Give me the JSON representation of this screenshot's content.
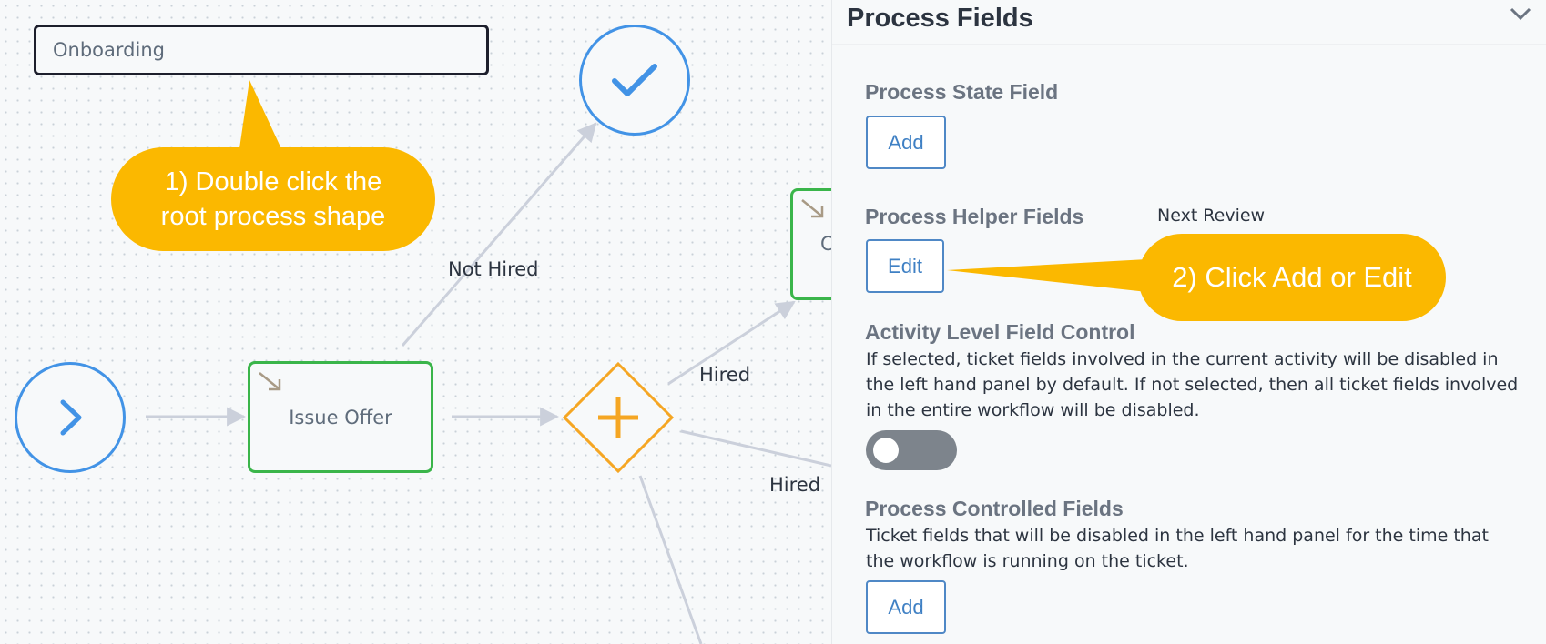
{
  "canvas": {
    "root_process_label": "Onboarding",
    "activity_label": "Issue Offer",
    "partial_activity_label": "C",
    "edges": {
      "not_hired": "Not Hired",
      "hired_top": "Hired",
      "hired_bottom": "Hired"
    },
    "callout_1": {
      "line1": "1) Double click the",
      "line2": "root process shape"
    },
    "callout_2": "2) Click Add or Edit",
    "colors": {
      "start_end_event": "#4293e6",
      "activity_border": "#3ab54a",
      "gateway": "#f5a623",
      "callout": "#fbb800",
      "edge": "#cbd0db"
    },
    "icons": [
      "chevron-right-icon",
      "check-icon",
      "plus-icon",
      "arrow-down-right-icon"
    ]
  },
  "panel": {
    "title": "Process Fields",
    "state_field": {
      "title": "Process State Field",
      "button": "Add"
    },
    "helper_fields": {
      "title": "Process Helper Fields",
      "button": "Edit",
      "overlay_text": "Next Review"
    },
    "activity_level": {
      "title": "Activity Level Field Control",
      "description": "If selected, ticket fields involved in the current activity will be disabled in the left hand panel by default. If not selected, then all ticket fields involved in the entire workflow will be disabled.",
      "toggle_on": false
    },
    "controlled_fields": {
      "title": "Process Controlled Fields",
      "description": "Ticket fields that will be disabled in the left hand panel for the time that the workflow is running on the ticket.",
      "button": "Add"
    }
  }
}
